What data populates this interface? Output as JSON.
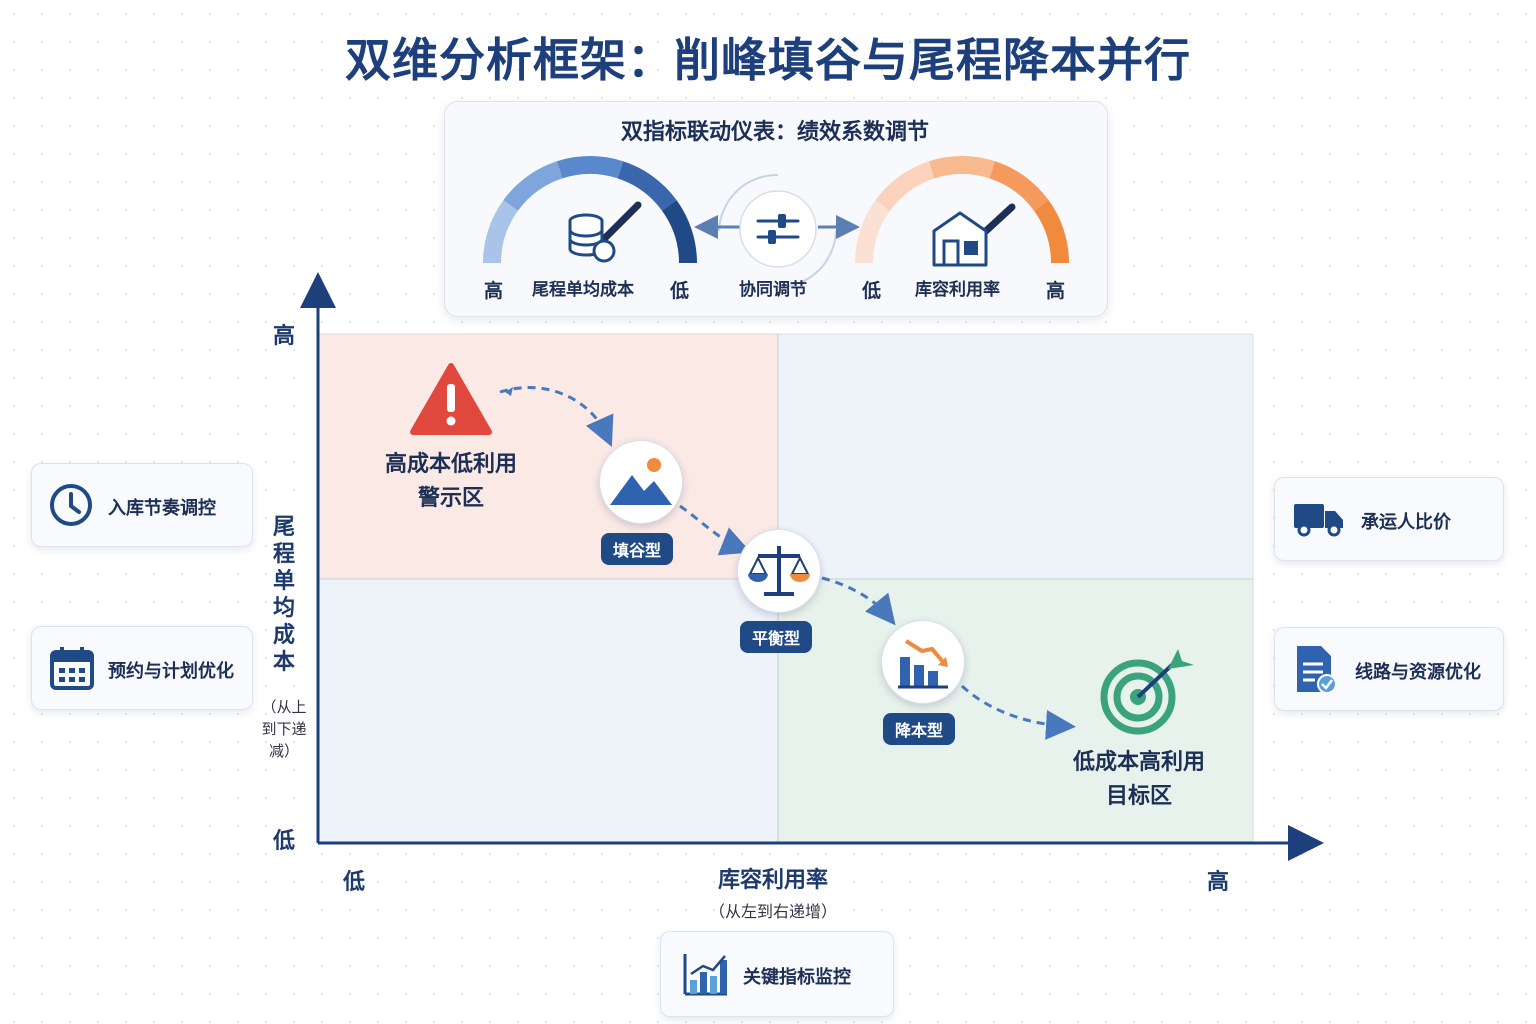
{
  "title": "双维分析框架：削峰填谷与尾程降本并行",
  "gauge_panel": {
    "title": "双指标联动仪表：绩效系数调节",
    "left_gauge": {
      "label": "尾程单均成本",
      "left_end": "高",
      "right_end": "低",
      "icon": "coins-icon"
    },
    "center": {
      "label": "协同调节",
      "icon": "sliders-icon"
    },
    "right_gauge": {
      "label": "库容利用率",
      "left_end": "低",
      "right_end": "高",
      "icon": "warehouse-icon"
    }
  },
  "matrix": {
    "y_axis": {
      "label": "尾程单均成本",
      "sub": "（从上到下递减）",
      "high": "高",
      "low": "低"
    },
    "x_axis": {
      "label": "库容利用率",
      "sub": "（从左到右递增）",
      "low": "低",
      "high": "高"
    },
    "warning_zone": "高成本低利用\n警示区",
    "target_zone": "低成本高利用\n目标区",
    "nodes": [
      {
        "label": "填谷型",
        "icon": "mountains-icon"
      },
      {
        "label": "平衡型",
        "icon": "balance-scale-icon"
      },
      {
        "label": "降本型",
        "icon": "bar-decline-icon"
      }
    ]
  },
  "left_cards": [
    {
      "label": "入库节奏调控",
      "icon": "clock-icon"
    },
    {
      "label": "预约与计划优化",
      "icon": "calendar-icon"
    }
  ],
  "right_cards": [
    {
      "label": "承运人比价",
      "icon": "truck-icon"
    },
    {
      "label": "线路与资源优化",
      "icon": "document-check-icon"
    }
  ],
  "bottom_card": {
    "label": "关键指标监控",
    "icon": "bar-chart-icon"
  },
  "colors": {
    "navy": "#1d3f7c",
    "blue_gauge": "#3d6fb8",
    "orange_gauge": "#f08a3c",
    "warning_zone": "#fbe9e6",
    "target_zone": "#e9f3ec",
    "neutral_zone": "#eef3fa"
  }
}
